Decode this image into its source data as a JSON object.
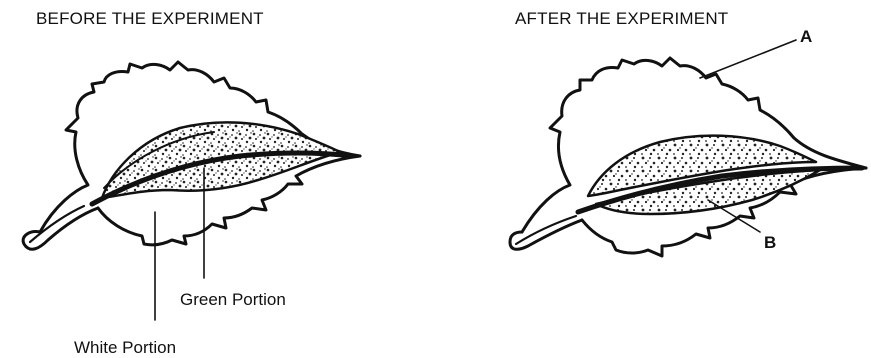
{
  "before": {
    "title": "BEFORE THE EXPERIMENT",
    "green_portion_label": "Green Portion",
    "white_portion_label": "White Portion"
  },
  "after": {
    "title": "AFTER THE EXPERIMENT",
    "marker_a": "A",
    "marker_b": "B"
  },
  "colors": {
    "ink": "#111111",
    "background": "#ffffff"
  }
}
